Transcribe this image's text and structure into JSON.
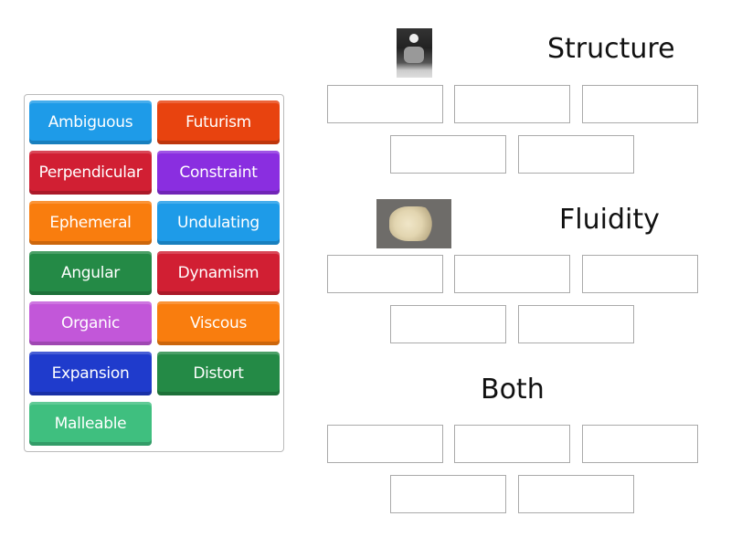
{
  "tiles": [
    {
      "label": "Ambiguous",
      "color": "#1e9be8"
    },
    {
      "label": "Futurism",
      "color": "#e8430f"
    },
    {
      "label": "Perpendicular",
      "color": "#d11f33"
    },
    {
      "label": "Constraint",
      "color": "#8a2ee0"
    },
    {
      "label": "Ephemeral",
      "color": "#f97d0e"
    },
    {
      "label": "Undulating",
      "color": "#1e9be8"
    },
    {
      "label": "Angular",
      "color": "#248a46"
    },
    {
      "label": "Dynamism",
      "color": "#d11f33"
    },
    {
      "label": "Organic",
      "color": "#c257d9"
    },
    {
      "label": "Viscous",
      "color": "#f97d0e"
    },
    {
      "label": "Expansion",
      "color": "#1f3bcc"
    },
    {
      "label": "Distort",
      "color": "#248a46"
    },
    {
      "label": "Malleable",
      "color": "#3fbf7f"
    }
  ],
  "groups": [
    {
      "title": "Structure"
    },
    {
      "title": "Fluidity"
    },
    {
      "title": "Both"
    }
  ]
}
